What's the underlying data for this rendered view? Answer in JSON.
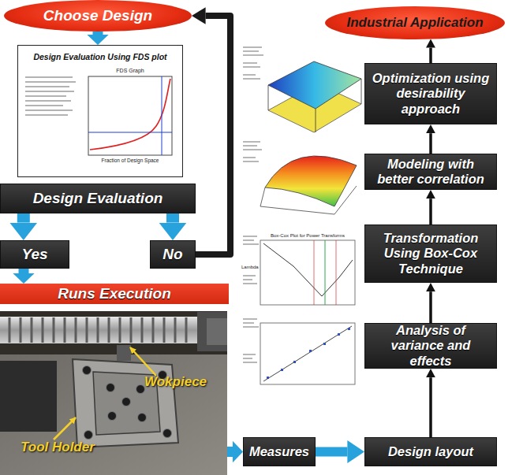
{
  "diagram": {
    "nodes": [
      {
        "text": [
          "Choose Design"
        ]
      },
      {
        "text": [
          "Design Evaluation Using FDS plot"
        ]
      },
      {
        "text": [
          "Design Evaluation"
        ]
      },
      {
        "text": [
          "Yes"
        ]
      },
      {
        "text": [
          "No"
        ]
      },
      {
        "text": [
          "Runs Execution"
        ]
      },
      {
        "text": [
          "Wokpiece",
          "Tool Holder"
        ]
      },
      {
        "text": [
          "Measures"
        ]
      },
      {
        "text": [
          "Design layout"
        ]
      },
      {
        "text": [
          "Analysis of variance and effects"
        ]
      },
      {
        "text": [
          "Transformation Using Box-Cox Technique"
        ]
      },
      {
        "text": [
          "Modeling with better correlation"
        ]
      },
      {
        "text": [
          "Optimization using desirability approach"
        ]
      },
      {
        "text": [
          "Industrial Application"
        ]
      }
    ],
    "edges": [
      {
        "from": 0,
        "to": 1,
        "arrow": "to"
      },
      {
        "from": 2,
        "to": 3,
        "arrow": "to"
      },
      {
        "from": 2,
        "to": 4,
        "arrow": "to"
      },
      {
        "from": 4,
        "to": 0,
        "arrow": "to"
      },
      {
        "from": 3,
        "to": 5,
        "arrow": "to"
      },
      {
        "from": 6,
        "to": 7,
        "arrow": "to"
      },
      {
        "from": 7,
        "to": 8,
        "arrow": "to"
      },
      {
        "from": 8,
        "to": 9,
        "arrow": "to"
      },
      {
        "from": 9,
        "to": 10,
        "arrow": "to"
      },
      {
        "from": 10,
        "to": 11,
        "arrow": "to"
      },
      {
        "from": 11,
        "to": 12,
        "arrow": "to"
      },
      {
        "from": 12,
        "to": 13,
        "arrow": "to"
      }
    ],
    "labels": [
      "FDS Graph",
      "Fraction of Design Space",
      "Box-Cox Plot for Power Transforms",
      "Lambda"
    ]
  }
}
